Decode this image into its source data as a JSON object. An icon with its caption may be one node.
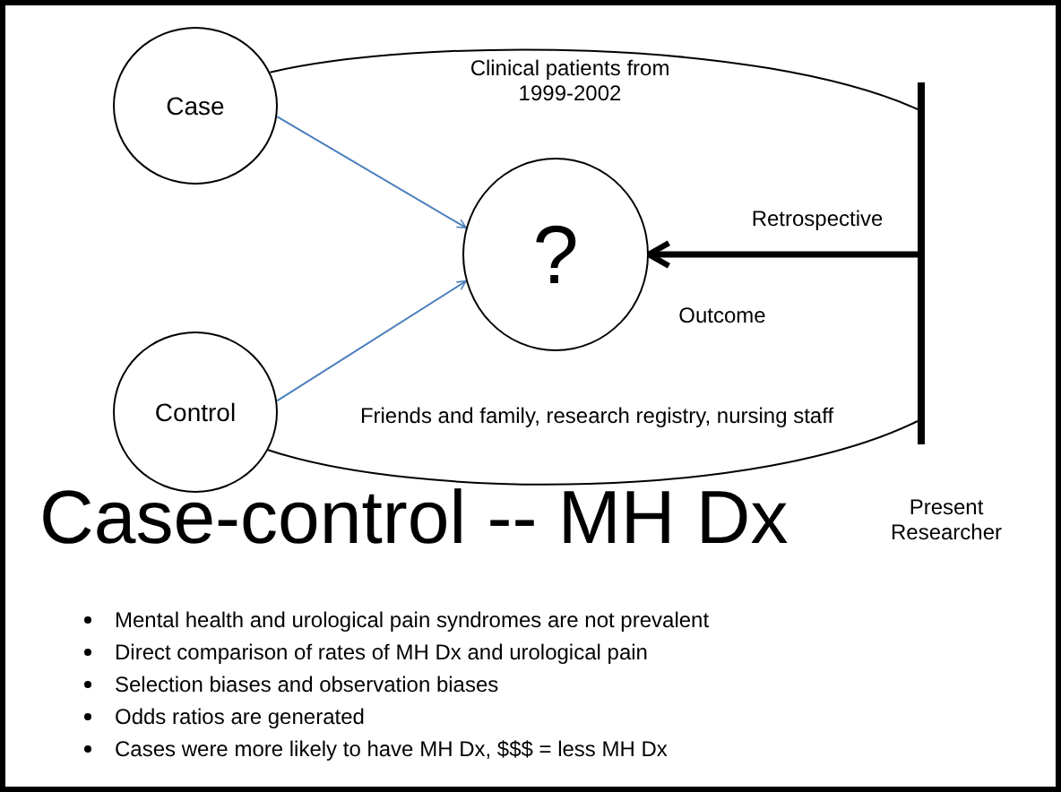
{
  "diagram": {
    "title": "Case-control -- MH Dx",
    "nodes": [
      {
        "text": [
          "Case"
        ]
      },
      {
        "text": [
          "Control"
        ]
      },
      {
        "text": [
          "?"
        ],
        "beside": [
          "Outcome"
        ]
      },
      {
        "text": [],
        "shape": "bar",
        "beside": [
          "Present Researcher"
        ]
      }
    ],
    "edges": [
      {
        "from": 0,
        "to": 2,
        "arrow": "to",
        "color": "#4a7ebb"
      },
      {
        "from": 1,
        "to": 2,
        "arrow": "to",
        "color": "#4a7ebb"
      },
      {
        "from": 3,
        "to": 2,
        "arrow": "to",
        "label": "Retrospective",
        "style": "thick"
      },
      {
        "from": 0,
        "to": 3,
        "arrow": "none",
        "label": "Clinical patients from 1999-2002"
      },
      {
        "from": 1,
        "to": 3,
        "arrow": "none",
        "label": "Friends and family, research registry, nursing staff"
      }
    ],
    "labels": [
      "Mental health and urological pain syndromes are not prevalent",
      "Direct comparison of rates of MH Dx and urological pain",
      "Selection biases and observation biases",
      "Odds ratios are generated",
      "Cases were more likely to have MH Dx, $$$ = less MH Dx"
    ]
  }
}
